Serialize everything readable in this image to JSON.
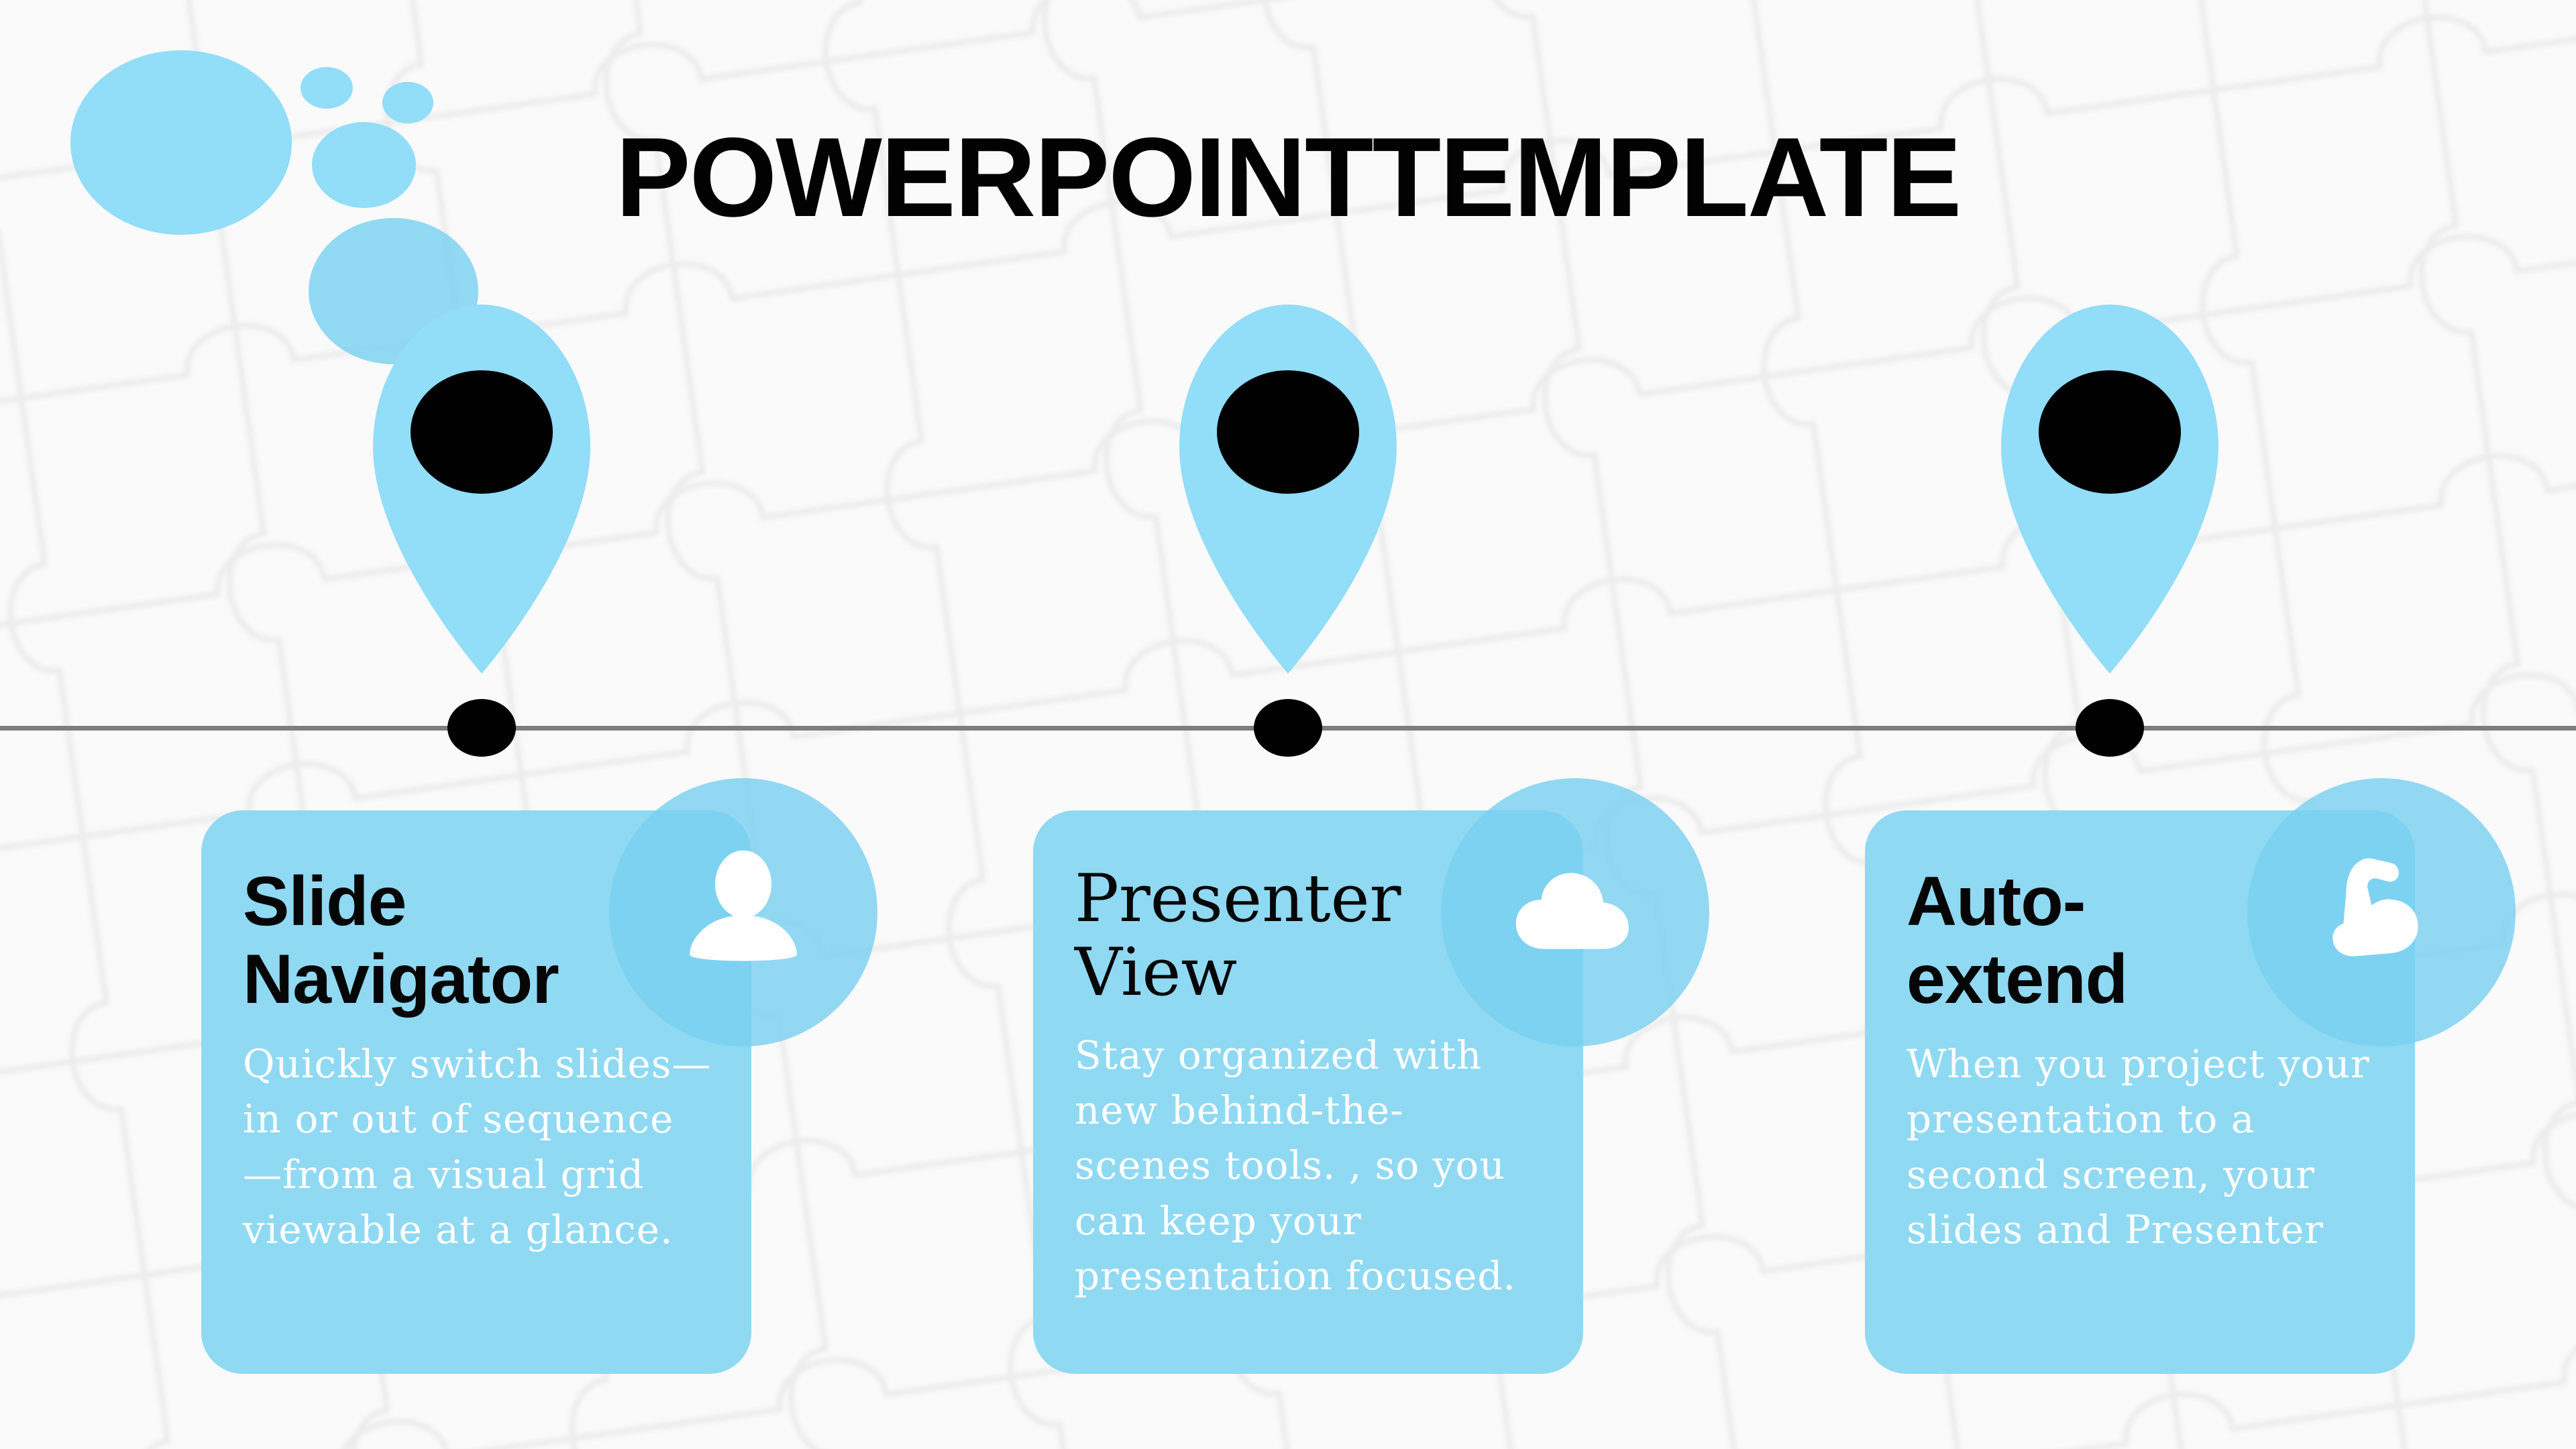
{
  "slide": {
    "title": "POWERPOINTTEMPLATE",
    "background_color": "#FAFAFA",
    "accent_color": "#8FD9F3",
    "bubble_color": "#92DDF8",
    "timeline_color": "#7E7E7E",
    "marker_inner_color": "#000000",
    "body_text_color": "#FFFFFF",
    "heading_text_color": "#060606"
  },
  "timeline": {
    "markers": [
      {
        "label": "marker-1"
      },
      {
        "label": "marker-2"
      },
      {
        "label": "marker-3"
      }
    ]
  },
  "cards": [
    {
      "heading": "Slide Navigator",
      "body": "Quickly switch slides—in or out of sequence—from a visual grid viewable at a glance.",
      "icon": "person-icon",
      "heading_style": "sans"
    },
    {
      "heading": "Presenter View",
      "body": "Stay organized with new behind-the-scenes tools. , so you can keep your presentation focused.",
      "icon": "cloud-icon",
      "heading_style": "serif"
    },
    {
      "heading": "Auto-extend",
      "body": "When you project your presentation to a second screen, your slides and Presenter",
      "icon": "bicep-icon",
      "heading_style": "sans"
    }
  ],
  "decor": {
    "bubbles": [
      {
        "name": "bubble-large"
      },
      {
        "name": "bubble-tiny-1"
      },
      {
        "name": "bubble-tiny-2"
      },
      {
        "name": "bubble-small"
      },
      {
        "name": "bubble-medium-overlap"
      }
    ]
  }
}
